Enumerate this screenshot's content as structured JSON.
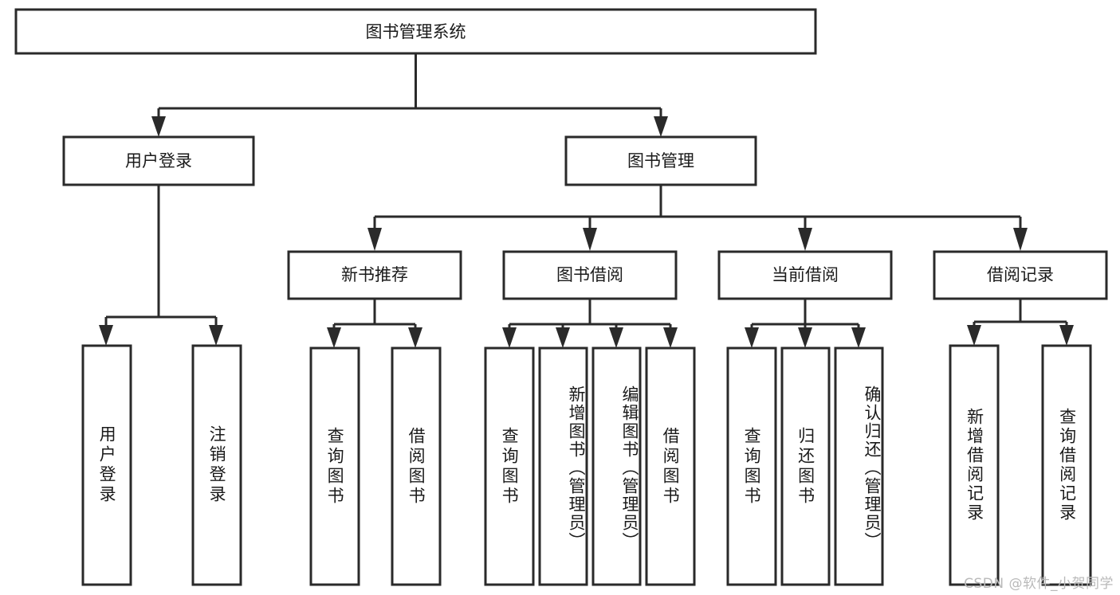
{
  "diagram": {
    "type": "tree-flowchart",
    "title": "图书管理系统",
    "watermark": "CSDN @软件_小贺同学",
    "colors": {
      "box_fill": "#ffffff",
      "box_stroke": "#2a2a2a",
      "text": "#1a1a1a",
      "background": "#ffffff",
      "watermark": "#b9b9b9"
    },
    "levels": {
      "root": {
        "label": "图书管理系统"
      },
      "level2": [
        {
          "label": "用户登录"
        },
        {
          "label": "图书管理"
        }
      ],
      "level3": [
        {
          "label": "新书推荐"
        },
        {
          "label": "图书借阅"
        },
        {
          "label": "当前借阅"
        },
        {
          "label": "借阅记录"
        }
      ],
      "leaves": [
        {
          "label": "用户登录",
          "parent": "用户登录"
        },
        {
          "label": "注销登录",
          "parent": "用户登录"
        },
        {
          "label": "查询图书",
          "parent": "新书推荐"
        },
        {
          "label": "借阅图书",
          "parent": "新书推荐"
        },
        {
          "label": "查询图书",
          "parent": "图书借阅"
        },
        {
          "label": "新增图书（管理员）",
          "parent": "图书借阅"
        },
        {
          "label": "编辑图书（管理员）",
          "parent": "图书借阅"
        },
        {
          "label": "借阅图书",
          "parent": "图书借阅"
        },
        {
          "label": "查询图书",
          "parent": "当前借阅"
        },
        {
          "label": "归还图书",
          "parent": "当前借阅"
        },
        {
          "label": "确认归还（管理员）",
          "parent": "当前借阅"
        },
        {
          "label": "新增借阅记录",
          "parent": "借阅记录"
        },
        {
          "label": "查询借阅记录",
          "parent": "借阅记录"
        }
      ]
    }
  }
}
